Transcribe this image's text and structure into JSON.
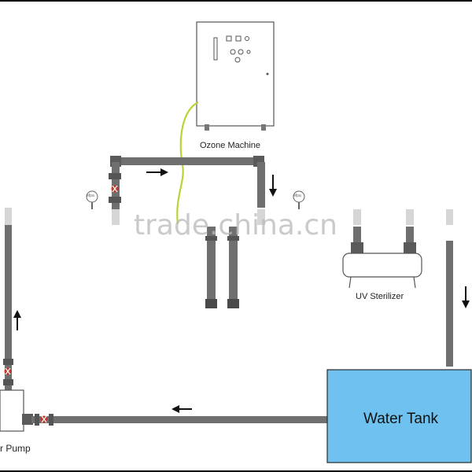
{
  "labels": {
    "ozone_machine": "Ozone Machine",
    "uv_sterilizer": "UV Sterilizer",
    "water_tank": "Water Tank",
    "pump": "r Pump",
    "gauge_unit": "Mpa"
  },
  "watermark": "trade.china.cn",
  "colors": {
    "pipe": "#6f6f6f",
    "pipe_dark": "#3f3f3f",
    "tank_fill": "#6fc2ef",
    "ozone_tube": "#b6d534",
    "valve": "#c0392b",
    "frame": "#000000"
  }
}
